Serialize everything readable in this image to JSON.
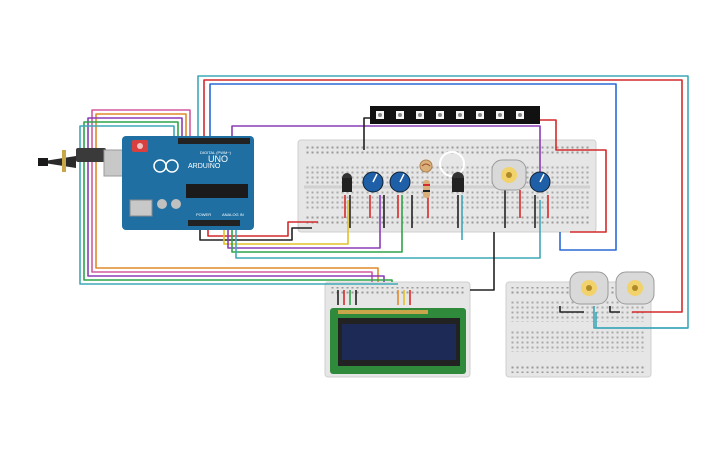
{
  "arduino": {
    "brand": "ARDUINO",
    "model": "UNO",
    "digital_label": "DIGITAL (PWM~)",
    "power_label": "POWER",
    "analog_label": "ANALOG IN"
  },
  "components": {
    "neopixel_strip": {
      "leds": 8
    },
    "potentiometers": 3,
    "dc_motors": 3,
    "lcd": {
      "type": "16x2 LCD"
    }
  },
  "colors": {
    "board_blue": "#1f6fa3",
    "breadboard": "#e8e8e8",
    "lcd_screen": "#1d2a55",
    "lcd_pcb": "#2f8a3c",
    "wire_red": "#d42a2a",
    "wire_black": "#222222",
    "wire_green": "#2fa34a",
    "wire_yellow": "#e0c22a",
    "wire_blue": "#2a6ad4",
    "wire_purple": "#8a3db5",
    "wire_pink": "#d45aa0",
    "wire_teal": "#3fa8b8",
    "wire_orange": "#e08a2a",
    "wire_grey": "#9a9a9a"
  }
}
